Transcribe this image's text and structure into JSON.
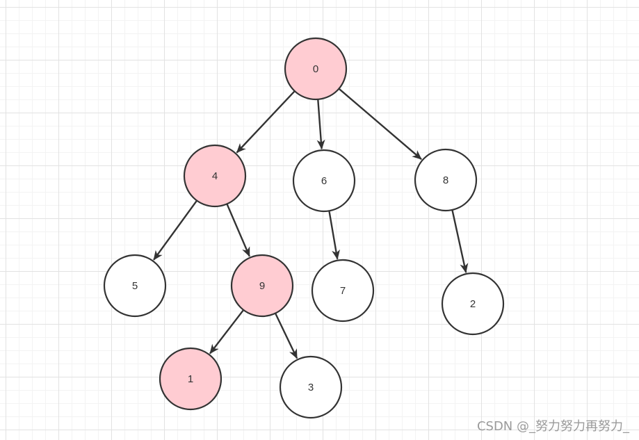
{
  "diagram": {
    "highlight_color": "#ffccd2",
    "default_color": "#ffffff",
    "stroke_color": "#333333",
    "nodes": [
      {
        "id": "n0",
        "label": "0",
        "highlighted": true
      },
      {
        "id": "n4",
        "label": "4",
        "highlighted": true
      },
      {
        "id": "n6",
        "label": "6",
        "highlighted": false
      },
      {
        "id": "n8",
        "label": "8",
        "highlighted": false
      },
      {
        "id": "n5",
        "label": "5",
        "highlighted": false
      },
      {
        "id": "n9",
        "label": "9",
        "highlighted": true
      },
      {
        "id": "n7",
        "label": "7",
        "highlighted": false
      },
      {
        "id": "n2",
        "label": "2",
        "highlighted": false
      },
      {
        "id": "n1",
        "label": "1",
        "highlighted": true
      },
      {
        "id": "n3",
        "label": "3",
        "highlighted": false
      }
    ],
    "edges": [
      {
        "from": "n0",
        "to": "n4"
      },
      {
        "from": "n0",
        "to": "n6"
      },
      {
        "from": "n0",
        "to": "n8"
      },
      {
        "from": "n4",
        "to": "n5"
      },
      {
        "from": "n4",
        "to": "n9"
      },
      {
        "from": "n6",
        "to": "n7"
      },
      {
        "from": "n8",
        "to": "n2"
      },
      {
        "from": "n9",
        "to": "n1"
      },
      {
        "from": "n9",
        "to": "n3"
      }
    ]
  },
  "watermark": "CSDN @_努力努力再努力_"
}
